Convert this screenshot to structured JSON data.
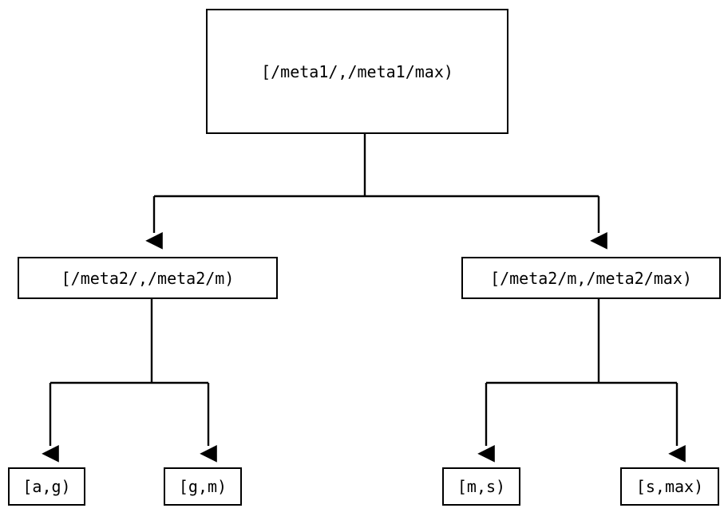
{
  "diagram": {
    "type": "tree",
    "orientation": "top-down",
    "background_color": "#ffffff",
    "line_color": "#000000",
    "text_color": "#000000",
    "nodes": {
      "root": {
        "label": "[/meta1/,/meta1/max)"
      },
      "meta2_low": {
        "label": "[/meta2/,/meta2/m)"
      },
      "meta2_high": {
        "label": "[/meta2/m,/meta2/max)"
      },
      "leaf_ag": {
        "label": "[a,g)"
      },
      "leaf_gm": {
        "label": "[g,m)"
      },
      "leaf_ms": {
        "label": "[m,s)"
      },
      "leaf_smax": {
        "label": "[s,max)"
      }
    },
    "edges": [
      {
        "from": "root",
        "to": "meta2_low",
        "arrow": "down"
      },
      {
        "from": "root",
        "to": "meta2_high",
        "arrow": "down"
      },
      {
        "from": "meta2_low",
        "to": "leaf_ag",
        "arrow": "down"
      },
      {
        "from": "meta2_low",
        "to": "leaf_gm",
        "arrow": "down"
      },
      {
        "from": "meta2_high",
        "to": "leaf_ms",
        "arrow": "down"
      },
      {
        "from": "meta2_high",
        "to": "leaf_smax",
        "arrow": "down"
      }
    ]
  }
}
